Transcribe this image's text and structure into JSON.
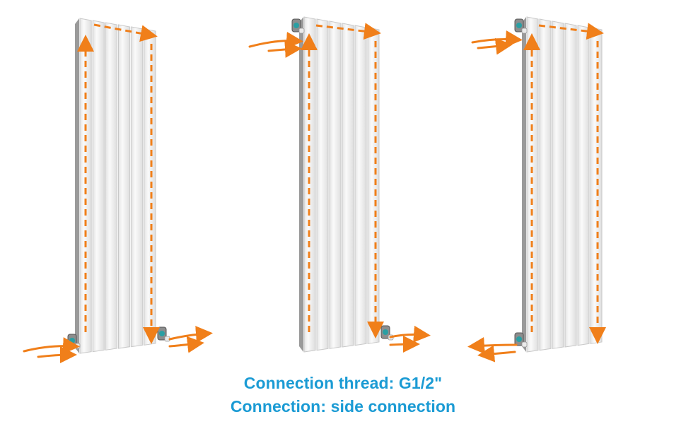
{
  "colors": {
    "caption": "#1b9bd4",
    "flow_arrow": "#f07f1a",
    "radiator_face": "#f5f5f5",
    "radiator_edge": "#c9c9c9",
    "pipe": "#7a7a7a"
  },
  "radiators": [
    {
      "name": "radiator-bottom-side-connection",
      "inlet": "bottom-left",
      "outlet": "bottom-right",
      "columns": 6
    },
    {
      "name": "radiator-top-inlet-bottom-outlet",
      "inlet": "top-left",
      "outlet": "bottom-right",
      "columns": 6
    },
    {
      "name": "radiator-top-inlet-bottom-return",
      "inlet": "top-left",
      "outlet": "bottom-left",
      "columns": 6
    }
  ],
  "captions": {
    "thread": "Connection thread: G1/2\"",
    "connection": "Connection: side connection"
  }
}
